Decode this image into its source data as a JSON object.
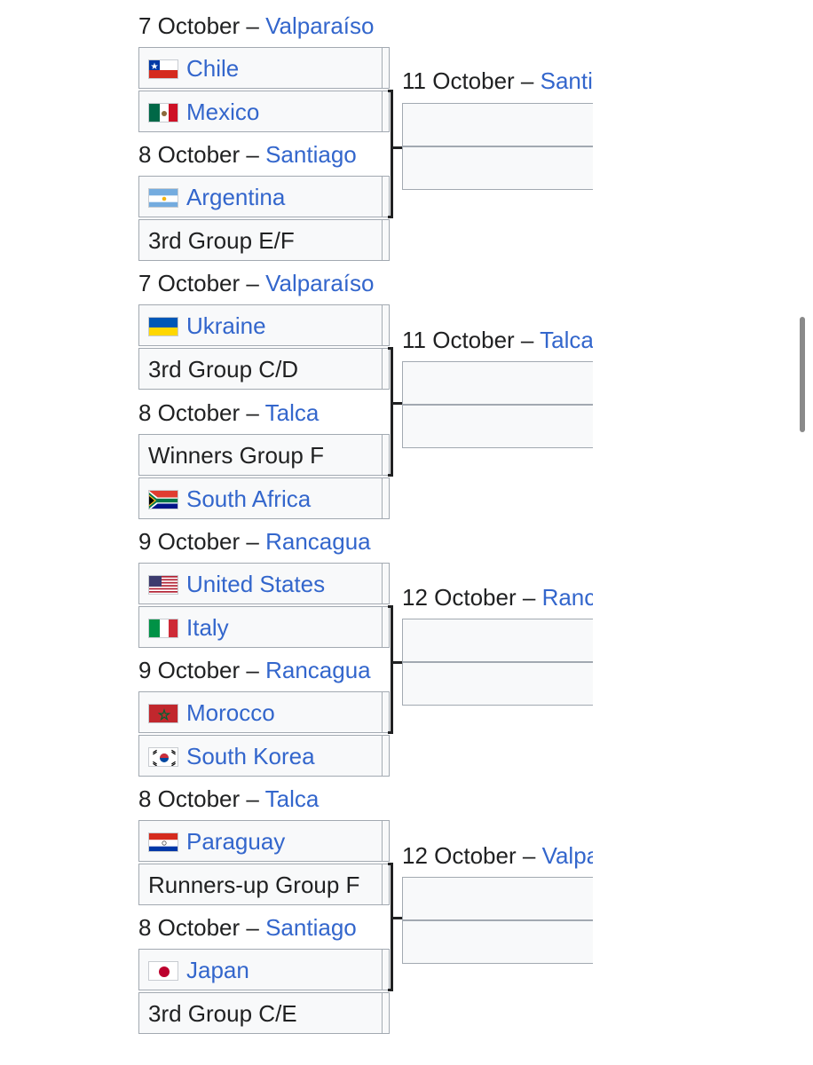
{
  "round1": [
    {
      "date": "7 October",
      "sep": " – ",
      "venue": "Valparaíso",
      "teams": [
        {
          "name": "Chile",
          "flag": "chile-flag"
        },
        {
          "name": "Mexico",
          "flag": "mexico-flag"
        }
      ]
    },
    {
      "date": "8 October",
      "sep": " – ",
      "venue": "Santiago",
      "teams": [
        {
          "name": "Argentina",
          "flag": "argentina-flag"
        },
        {
          "name": "3rd Group E/F",
          "flag": ""
        }
      ]
    },
    {
      "date": "7 October",
      "sep": " – ",
      "venue": "Valparaíso",
      "teams": [
        {
          "name": "Ukraine",
          "flag": "ukraine-flag"
        },
        {
          "name": "3rd Group C/D",
          "flag": ""
        }
      ]
    },
    {
      "date": "8 October",
      "sep": " – ",
      "venue": "Talca",
      "teams": [
        {
          "name": "Winners Group F",
          "flag": ""
        },
        {
          "name": "South Africa",
          "flag": "south-africa-flag"
        }
      ]
    },
    {
      "date": "9 October",
      "sep": " – ",
      "venue": "Rancagua",
      "teams": [
        {
          "name": "United States",
          "flag": "usa-flag"
        },
        {
          "name": "Italy",
          "flag": "italy-flag"
        }
      ]
    },
    {
      "date": "9 October",
      "sep": " – ",
      "venue": "Rancagua",
      "teams": [
        {
          "name": "Morocco",
          "flag": "morocco-flag"
        },
        {
          "name": "South Korea",
          "flag": "south-korea-flag"
        }
      ]
    },
    {
      "date": "8 October",
      "sep": " – ",
      "venue": "Talca",
      "teams": [
        {
          "name": "Paraguay",
          "flag": "paraguay-flag"
        },
        {
          "name": "Runners-up Group F",
          "flag": ""
        }
      ]
    },
    {
      "date": "8 October",
      "sep": " – ",
      "venue": "Santiago",
      "teams": [
        {
          "name": "Japan",
          "flag": "japan-flag"
        },
        {
          "name": "3rd Group C/E",
          "flag": ""
        }
      ]
    }
  ],
  "round2": [
    {
      "date": "11 October",
      "sep": " – ",
      "venue": "Santiago"
    },
    {
      "date": "11 October",
      "sep": " – ",
      "venue": "Talca"
    },
    {
      "date": "12 October",
      "sep": " – ",
      "venue": "Rancagua"
    },
    {
      "date": "12 October",
      "sep": " – ",
      "venue": "Valparaíso"
    }
  ],
  "colors": {
    "link": "#3366cc",
    "text": "#202122",
    "box_bg": "#f8f9fa",
    "border": "#a2a9b1"
  }
}
